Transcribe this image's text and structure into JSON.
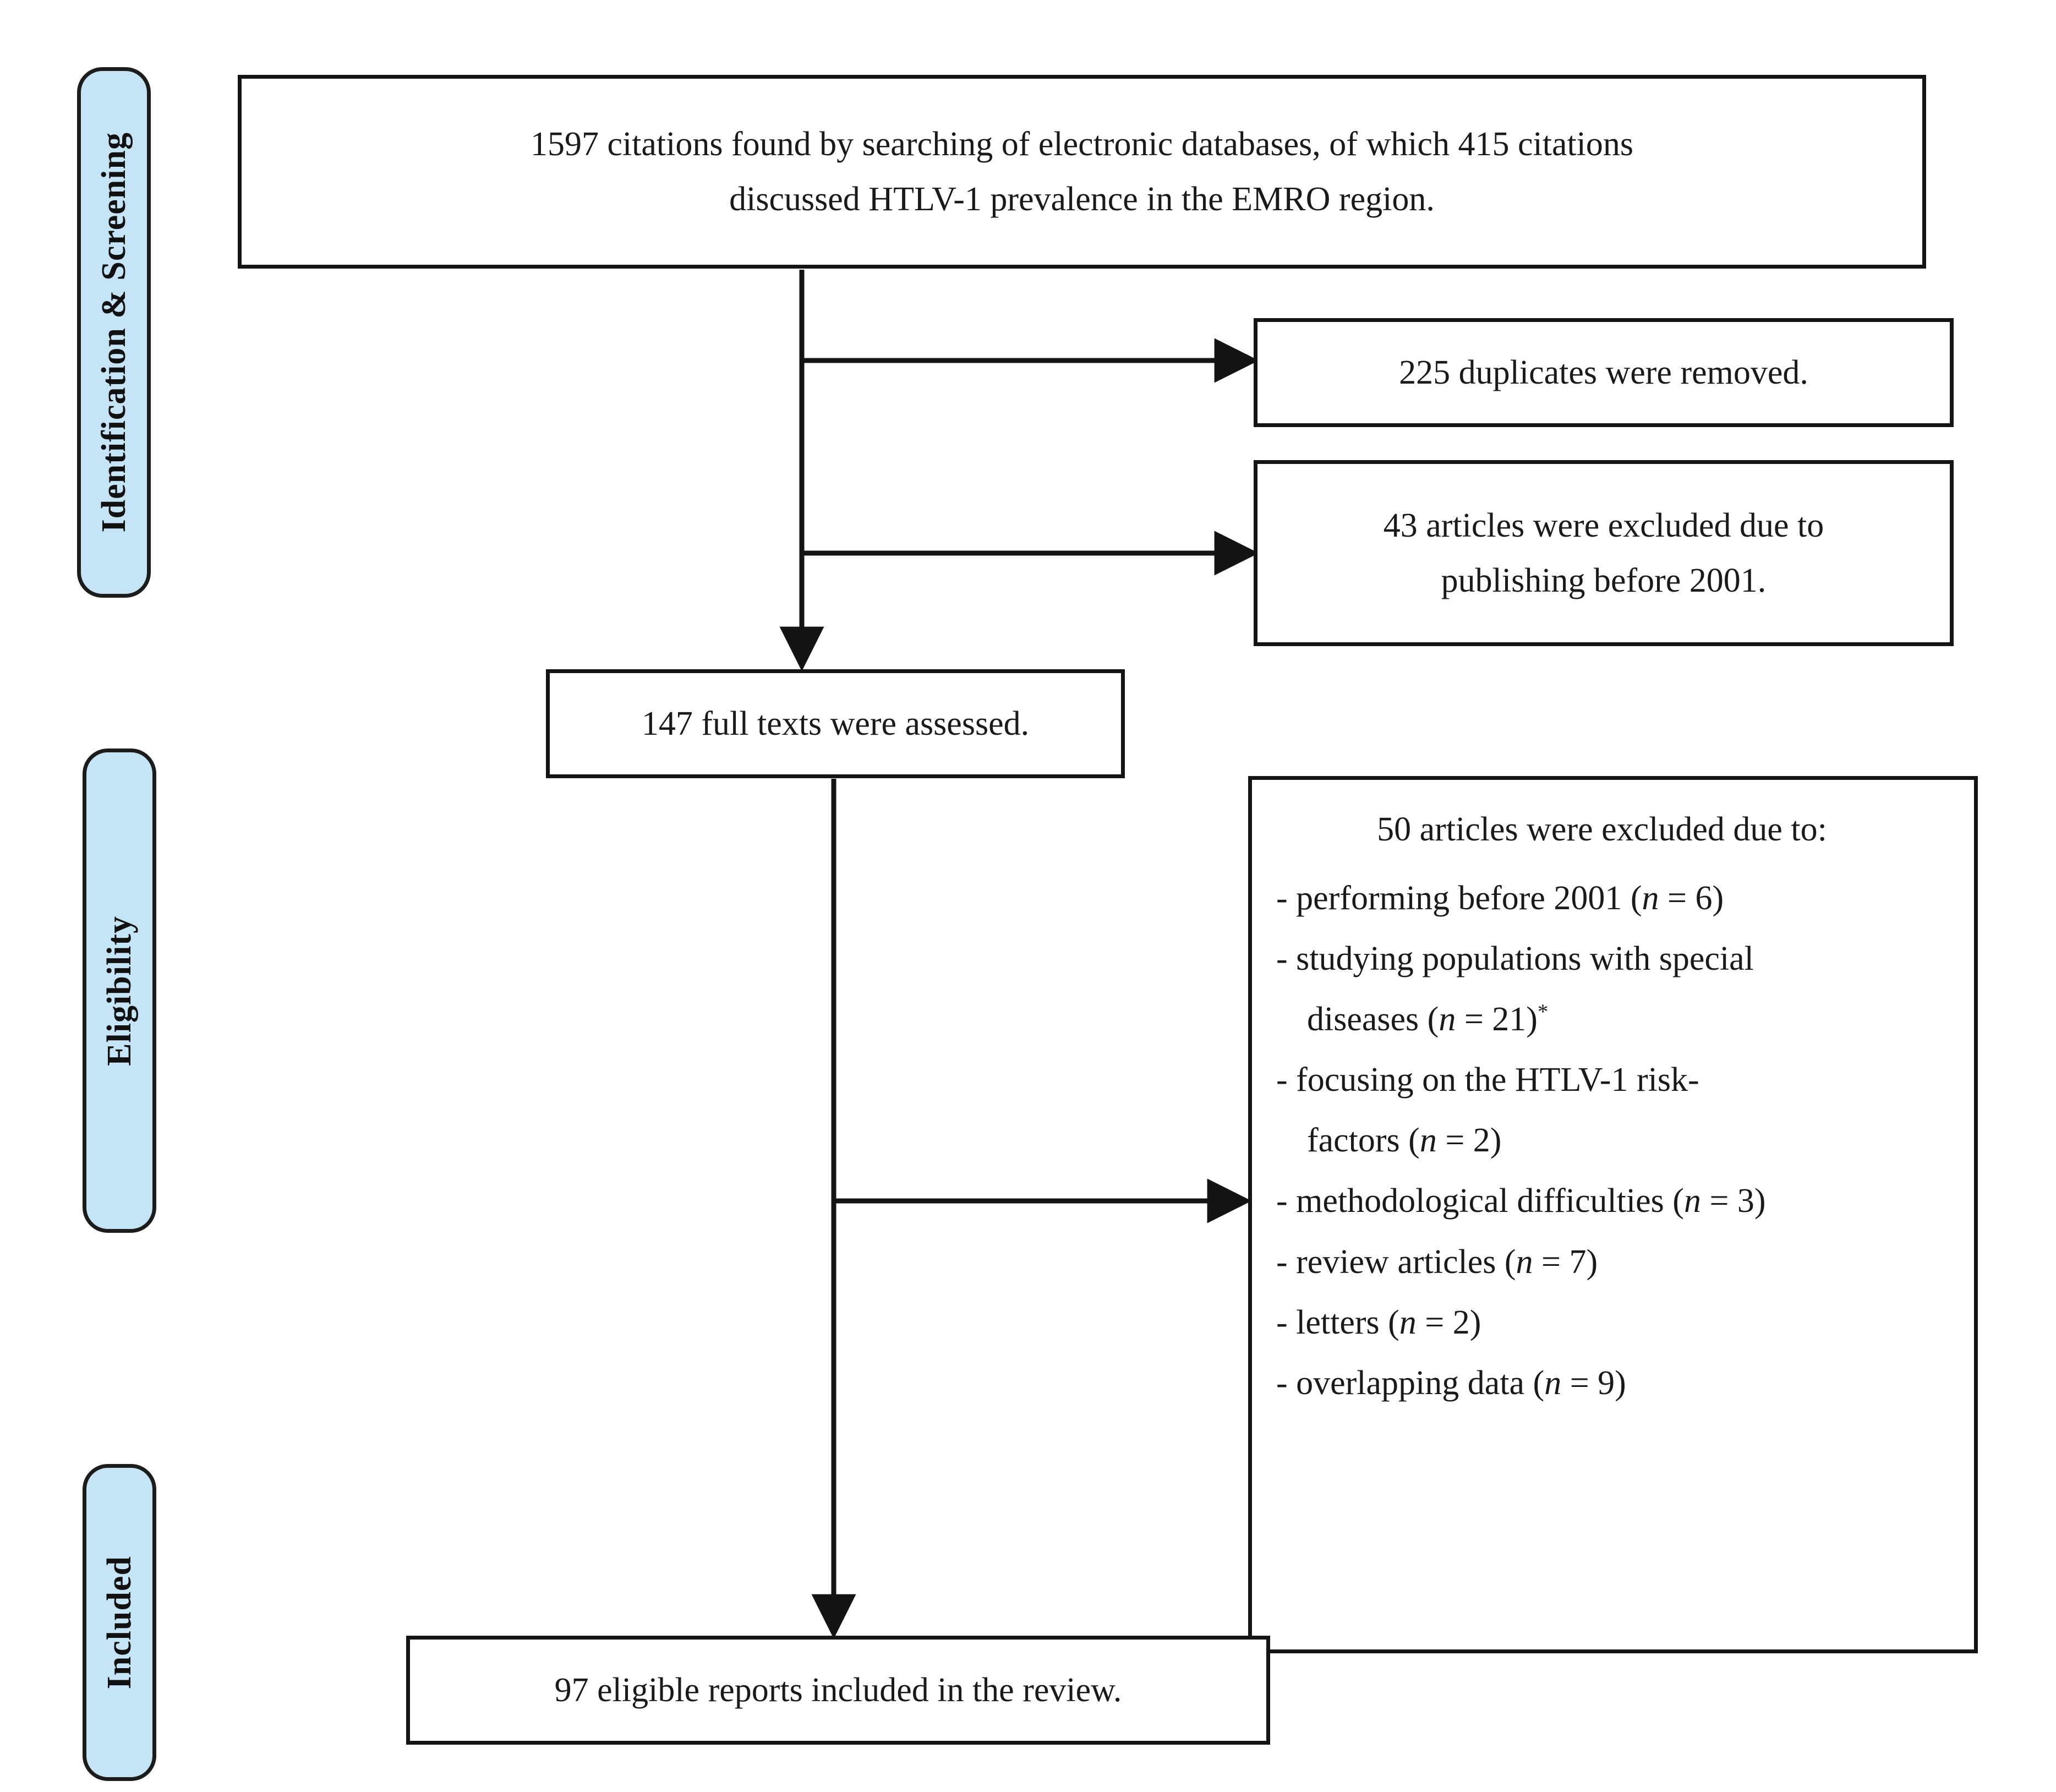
{
  "diagram": {
    "title": "PRISMA study selection flow diagram",
    "accent_blue": "#c5e4f5",
    "line_color": "#141414"
  },
  "stages": [
    {
      "id": "identification-screening",
      "label": "Identification & Screening"
    },
    {
      "id": "eligibility",
      "label": "Eligibility"
    },
    {
      "id": "included",
      "label": "Included"
    }
  ],
  "boxes": {
    "records_identified": {
      "line1": "1597 citations found by searching of electronic databases, of which 415 citations",
      "line2": "discussed HTLV-1 prevalence in the EMRO region."
    },
    "duplicates_removed": {
      "line1": "225 duplicates were removed."
    },
    "excluded_before_2001": {
      "line1": "43 articles were excluded due to",
      "line2": "publishing before 2001."
    },
    "full_texts_assessed": {
      "line1": "147 full texts were assessed."
    },
    "included_reports": {
      "line1": "97 eligible  reports included in the review."
    }
  },
  "exclusions": {
    "heading": "50 articles were excluded due to:",
    "items": [
      {
        "text": "- performing before 2001 (",
        "n_symbol": "n",
        "eq": " = 6)",
        "continuation": false
      },
      {
        "text": "- studying populations with special",
        "n_symbol": "",
        "eq": "",
        "continuation": false
      },
      {
        "text": "diseases (",
        "n_symbol": "n",
        "eq": " = 21)",
        "star": "*",
        "continuation": true
      },
      {
        "text": "- focusing on the HTLV-1  risk-",
        "n_symbol": "",
        "eq": "",
        "continuation": false
      },
      {
        "text": "factors (",
        "n_symbol": "n",
        "eq": " = 2)",
        "continuation": true
      },
      {
        "text": "- methodological difficulties  (",
        "n_symbol": "n",
        "eq": " = 3)",
        "continuation": false
      },
      {
        "text": "- review articles (",
        "n_symbol": "n",
        "eq": " = 7)",
        "continuation": false
      },
      {
        "text": "- letters (",
        "n_symbol": "n",
        "eq": " = 2)",
        "continuation": false
      },
      {
        "text": "- overlapping data (",
        "n_symbol": "n",
        "eq": " = 9)",
        "continuation": false
      }
    ]
  },
  "counts": {
    "citations_found": 1597,
    "citations_emro": 415,
    "duplicates": 225,
    "excluded_pre2001": 43,
    "full_texts": 147,
    "excluded_fulltext": 50,
    "included": 97,
    "reason_performing_before_2001": 6,
    "reason_special_diseases": 21,
    "reason_risk_factors": 2,
    "reason_methodological": 3,
    "reason_reviews": 7,
    "reason_letters": 2,
    "reason_overlapping": 9
  }
}
